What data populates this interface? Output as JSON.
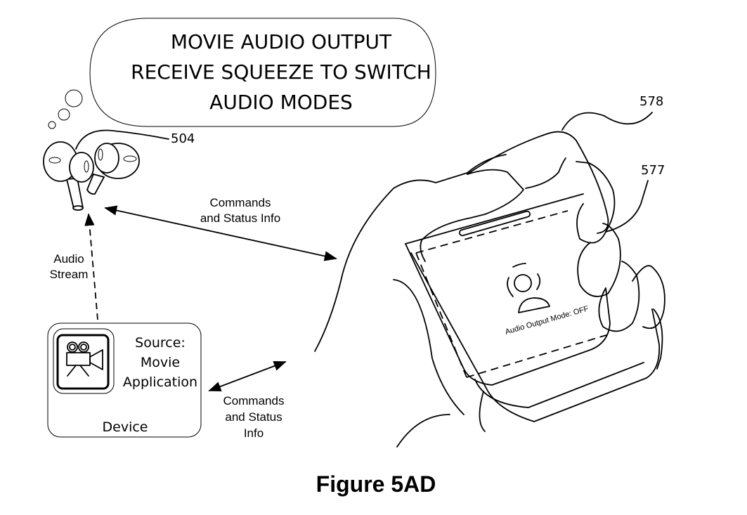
{
  "thought_bubble": {
    "lines": [
      "MOVIE AUDIO OUTPUT",
      "RECEIVE SQUEEZE TO SWITCH",
      "AUDIO MODES"
    ]
  },
  "reference_labels": {
    "earbuds": "504",
    "hand": "578",
    "case": "577"
  },
  "arrows": {
    "earbuds_case": {
      "lines": [
        "Commands",
        "and Status Info"
      ]
    },
    "device_case": {
      "lines": [
        "Commands",
        "and Status",
        "Info"
      ]
    },
    "audio_stream": {
      "lines": [
        "Audio",
        "Stream"
      ]
    }
  },
  "device": {
    "source_lines": [
      "Source:",
      "Movie",
      "Application"
    ],
    "label": "Device",
    "app_icon": "movie-camera-icon"
  },
  "case_screen": {
    "icon": "person-sound-icon",
    "status_text": "Audio Output Mode: OFF"
  },
  "caption": "Figure 5AD"
}
